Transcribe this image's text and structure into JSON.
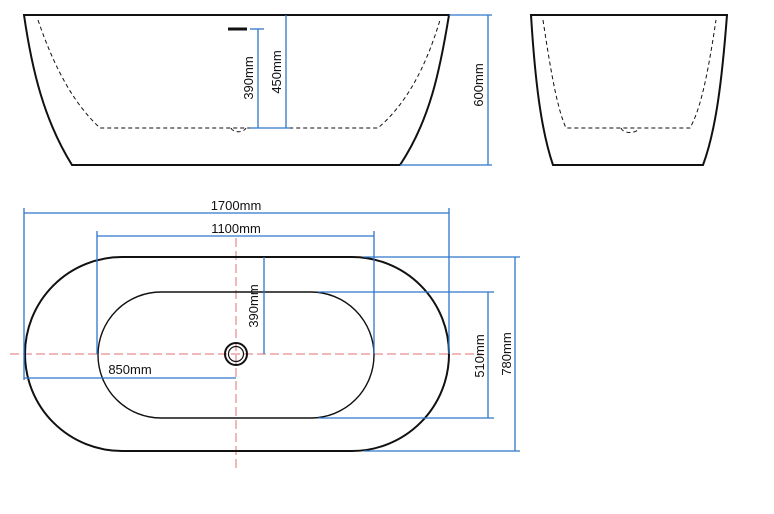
{
  "colors": {
    "outline": "#111111",
    "dimension_line": "#2f77c9",
    "center_line": "#e07070",
    "background": "#ffffff"
  },
  "views": {
    "side": {
      "drain_depth_label": "390mm",
      "interior_depth_label": "450mm",
      "height_label": "600mm"
    },
    "end": {},
    "top": {
      "length_label": "1700mm",
      "interior_length_label": "1100mm",
      "drain_offset_y_label": "390mm",
      "drain_offset_x_label": "850mm",
      "interior_width_label": "510mm",
      "width_label": "780mm"
    }
  }
}
